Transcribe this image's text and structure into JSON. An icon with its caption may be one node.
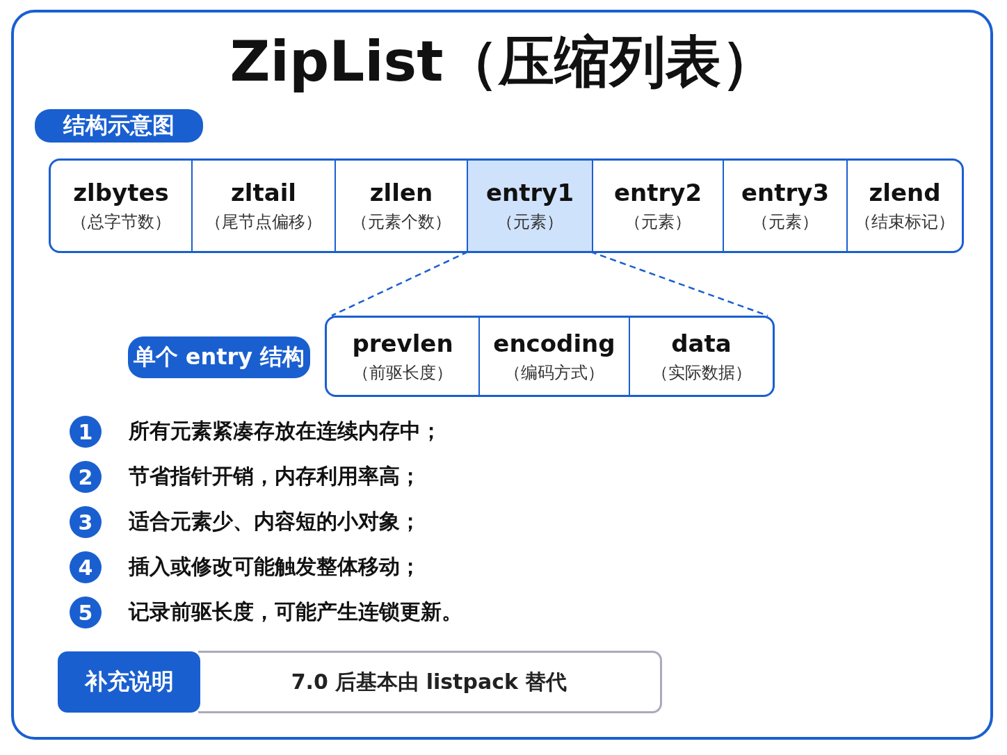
{
  "diagram": {
    "title": "ZipList（压缩列表）",
    "nodes": [
      {
        "text": [
          "结构示意图"
        ]
      },
      {
        "text": [],
        "shape": "box"
      },
      {
        "text": [
          "zlbytes",
          "（总字节数）"
        ],
        "in": 1
      },
      {
        "text": [
          "zltail",
          "（尾节点偏移）"
        ],
        "in": 1
      },
      {
        "text": [
          "zllen",
          "（元素个数）"
        ],
        "in": 1
      },
      {
        "text": [
          "entry1",
          "（元素）"
        ],
        "in": 1
      },
      {
        "text": [
          "entry2",
          "（元素）"
        ],
        "in": 1
      },
      {
        "text": [
          "entry3",
          "（元素）"
        ],
        "in": 1
      },
      {
        "text": [
          "zlend",
          "（结束标记）"
        ],
        "in": 1
      },
      {
        "text": [
          "单个 entry 结构"
        ]
      },
      {
        "text": [],
        "shape": "box"
      },
      {
        "text": [
          "prevlen",
          "（前驱长度）"
        ],
        "in": 10
      },
      {
        "text": [
          "encoding",
          "（编码方式）"
        ],
        "in": 10
      },
      {
        "text": [
          "data",
          "（实际数据）"
        ],
        "in": 10
      },
      {
        "text": [
          "1"
        ],
        "beside": [
          "所有元素紧凑存放在连续内存中；"
        ]
      },
      {
        "text": [
          "2"
        ],
        "beside": [
          "节省指针开销，内存利用率高；"
        ]
      },
      {
        "text": [
          "3"
        ],
        "beside": [
          "适合元素少、内容短的小对象；"
        ]
      },
      {
        "text": [
          "4"
        ],
        "beside": [
          "插入或修改可能触发整体移动；"
        ]
      },
      {
        "text": [
          "5"
        ],
        "beside": [
          "记录前驱长度，可能产生连锁更新。"
        ]
      },
      {
        "text": [
          "补充说明"
        ]
      },
      {
        "text": [
          "7.0 后基本由 listpack 替代"
        ]
      }
    ],
    "edges": [
      {
        "from": 5,
        "to": 10,
        "arrow": "none",
        "style": "dashed"
      },
      {
        "from": 5,
        "to": 10,
        "arrow": "none",
        "style": "dashed"
      }
    ]
  }
}
